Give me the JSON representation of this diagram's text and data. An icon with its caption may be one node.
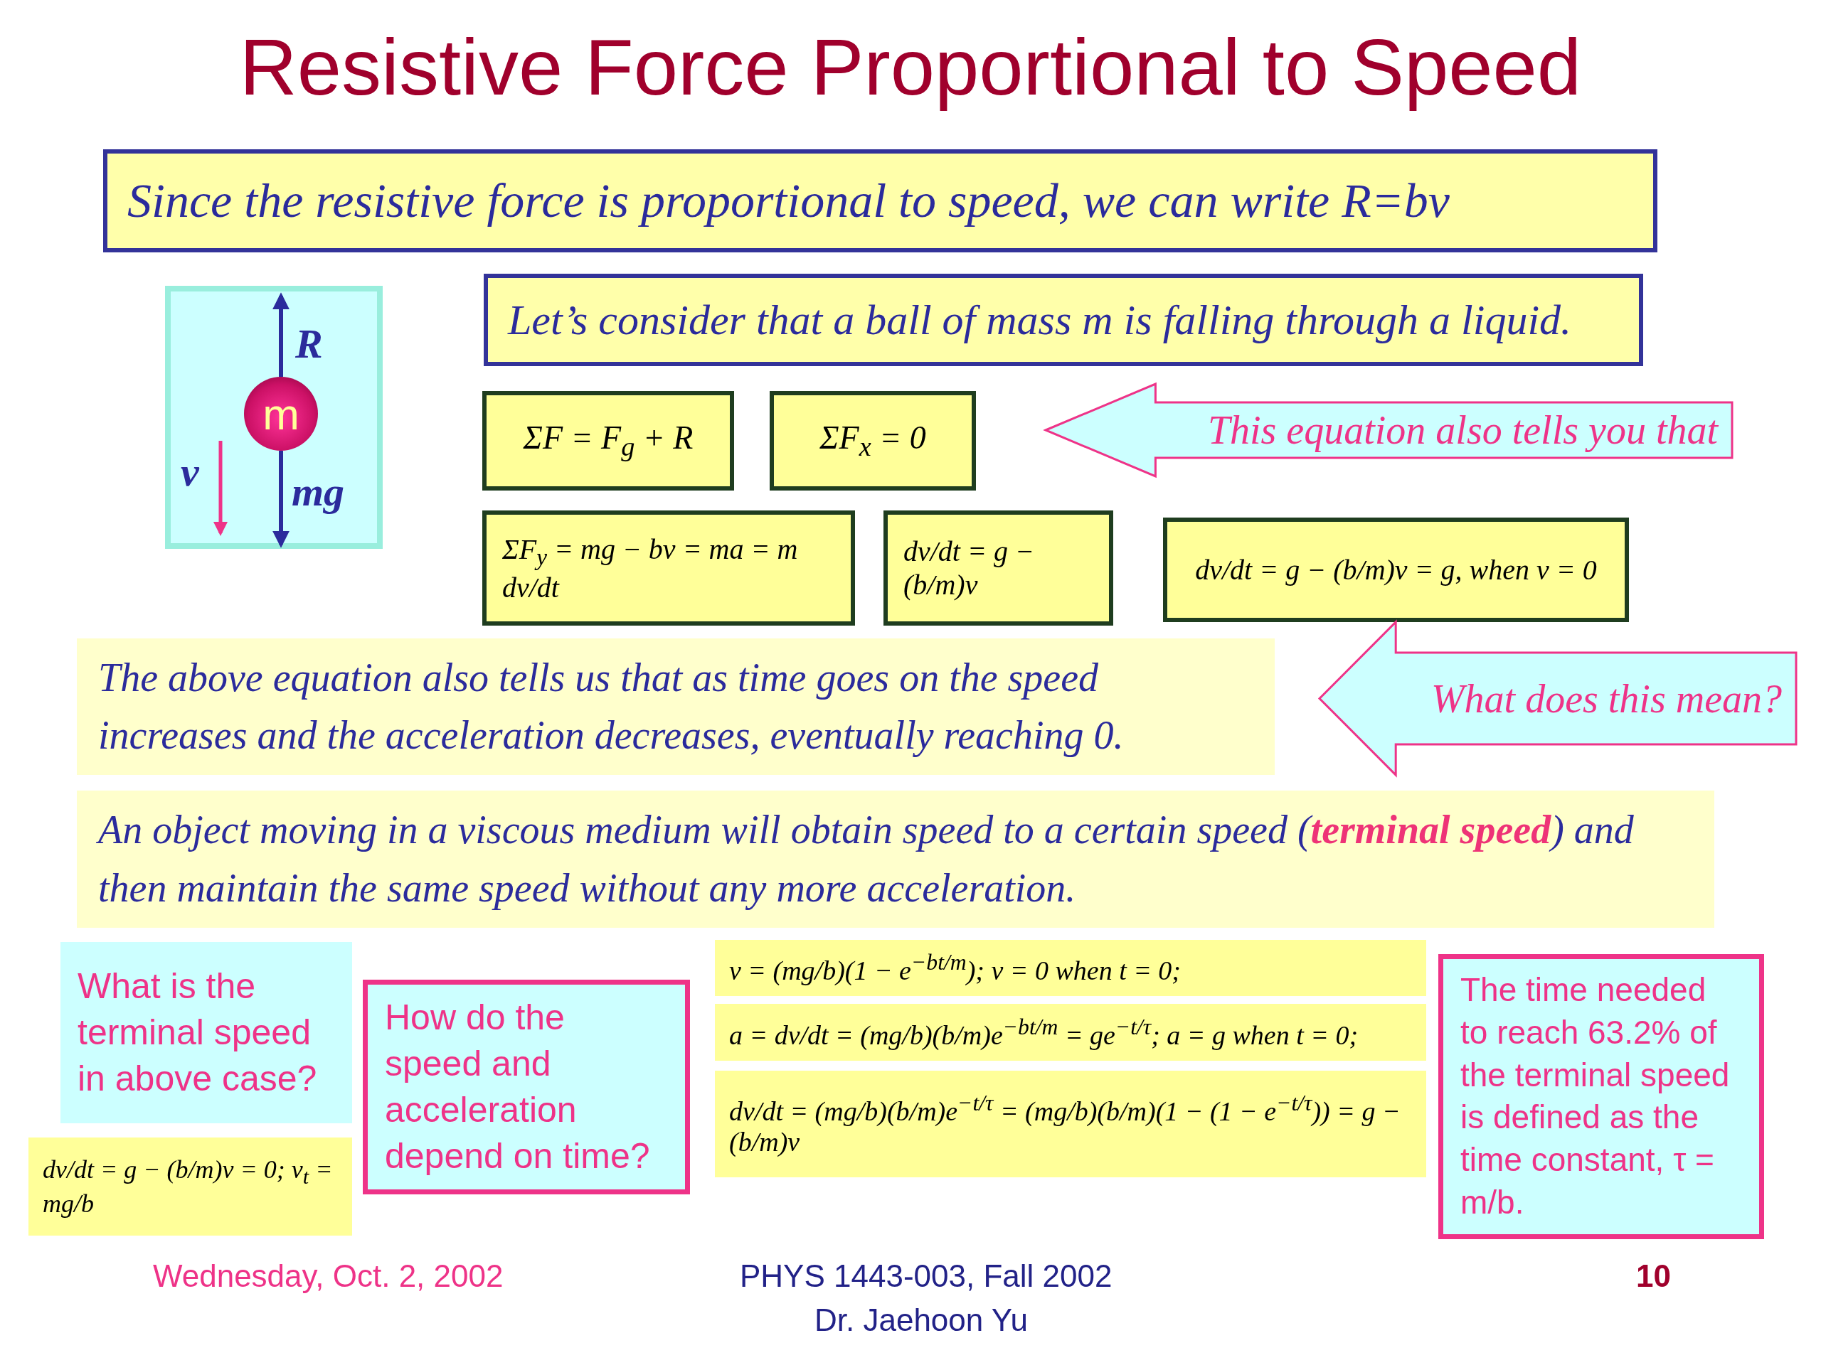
{
  "diagram": {
    "title": "Resistive Force Proportional to Speed",
    "nodes": [
      {
        "text": [
          "Since the resistive force is proportional to speed, we can write R=bv"
        ]
      },
      {
        "text": [],
        "shape": "box"
      },
      {
        "text": [
          "m"
        ],
        "in": 1
      },
      {
        "text": [
          "Let’s consider that a ball of mass m is falling through a liquid."
        ]
      },
      {
        "text": [
          "ΣF = F$_{g}$ + R"
        ]
      },
      {
        "text": [
          "ΣF$_{x}$ = 0"
        ]
      },
      {
        "text": [
          "This equation also tells you that"
        ]
      },
      {
        "text": [
          "ΣF$_{y}$ = mg − bv = ma = m dv/dt"
        ]
      },
      {
        "text": [
          "dv/dt = g − (b/m)v"
        ]
      },
      {
        "text": [
          "dv/dt = g − (b/m)v = g, when v = 0"
        ]
      },
      {
        "text": [
          "The above equation also tells us that as time goes on the speed increases and the acceleration decreases, eventually reaching 0."
        ]
      },
      {
        "text": [
          "What does this mean?"
        ]
      },
      {
        "text": [
          "An object moving in a viscous medium will obtain speed to a certain speed (**terminal speed**) and then maintain the same speed without any more acceleration."
        ]
      },
      {
        "text": [
          "What is the terminal speed in above case?"
        ]
      },
      {
        "text": [
          "dv/dt = g − (b/m)v = 0; v$_{t}$ = mg/b"
        ]
      },
      {
        "text": [
          "How do the speed and acceleration depend on time?"
        ]
      },
      {
        "text": [
          "v = (mg/b)(1 − e$^{−bt/m}$); v = 0 when t = 0;"
        ]
      },
      {
        "text": [
          "a = dv/dt = (mg/b)(b/m)e$^{−bt/m}$ = ge$^{−t/τ}$; a = g when t = 0;"
        ]
      },
      {
        "text": [
          "dv/dt = (mg/b)(b/m)e$^{−t/τ}$ = (mg/b)(b/m)(1 − (1 − e$^{−t/τ}$)) = g − (b/m)v"
        ]
      },
      {
        "text": [
          "The time needed to reach 63.2% of the terminal speed is defined as the time constant, τ = m/b."
        ]
      }
    ],
    "edges": [
      {
        "from": 2,
        "to": null,
        "arrow": "to",
        "label": "R"
      },
      {
        "from": 2,
        "to": null,
        "arrow": "to",
        "label": "mg"
      }
    ],
    "labels": [
      "v",
      "Wednesday, Oct. 2, 2002",
      "PHYS 1443-003, Fall 2002",
      "Dr. Jaehoon Yu",
      "10"
    ]
  }
}
